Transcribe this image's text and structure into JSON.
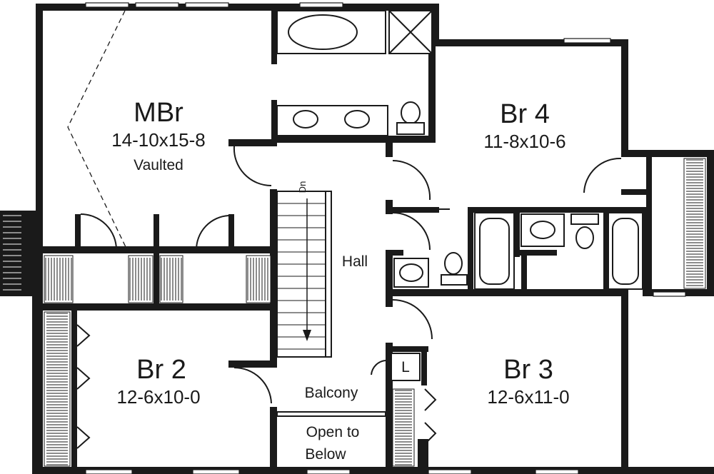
{
  "rooms": {
    "mbr": {
      "name": "MBr",
      "dims": "14-10x15-8",
      "note": "Vaulted"
    },
    "br4": {
      "name": "Br 4",
      "dims": "11-8x10-6"
    },
    "br2": {
      "name": "Br 2",
      "dims": "12-6x10-0"
    },
    "br3": {
      "name": "Br 3",
      "dims": "12-6x11-0"
    },
    "hall": {
      "name": "Hall"
    },
    "balcony": {
      "name": "Balcony"
    },
    "open_below": {
      "line1": "Open to",
      "line2": "Below"
    },
    "stairs": {
      "label": "Dn"
    },
    "linen": {
      "label": "L"
    }
  },
  "colors": {
    "wall": "#1a1a1a",
    "background": "#ffffff"
  }
}
